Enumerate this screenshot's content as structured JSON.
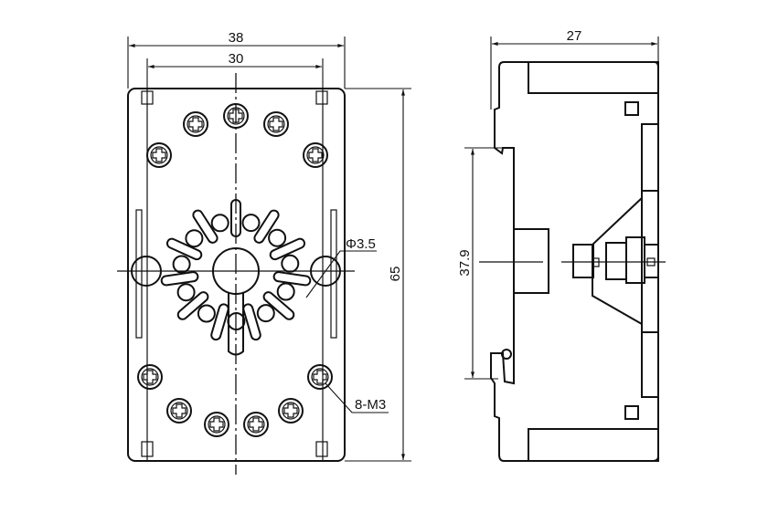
{
  "front_view": {
    "width_outer": "38",
    "width_mounting": "30",
    "height": "65",
    "hole_diameter": "Φ3.5",
    "screws": "8-M3"
  },
  "side_view": {
    "depth": "27",
    "rail_height": "37.9"
  }
}
